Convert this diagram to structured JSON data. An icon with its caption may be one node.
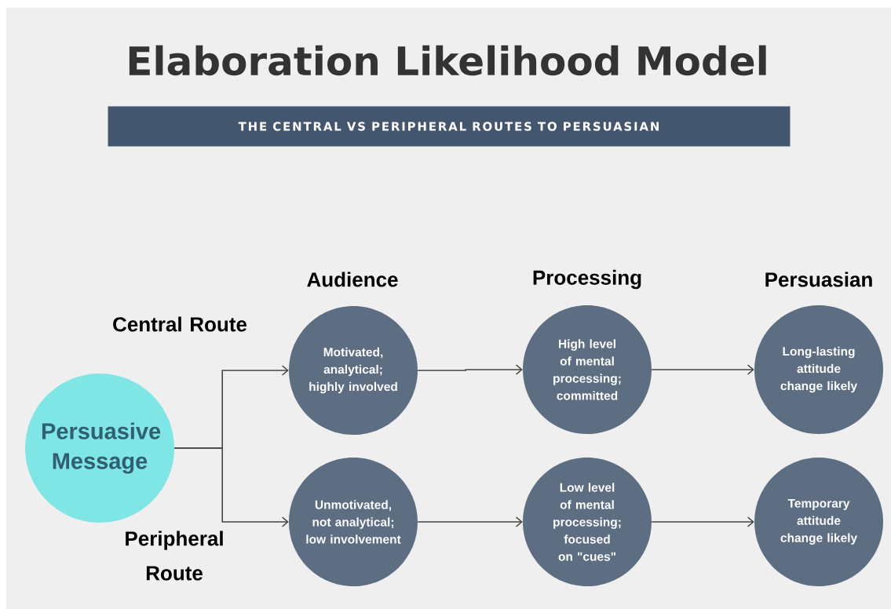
{
  "diagram": {
    "title": "Elaboration Likelihood Model",
    "nodes": [
      {
        "text": [
          "THE CENTRAL VS PERIPHERAL ROUTES TO PERSUASIAN"
        ]
      },
      {
        "text": [
          "Persuasive Message"
        ]
      },
      {
        "text": [
          "Motivated, analytical; highly involved"
        ]
      },
      {
        "text": [
          "Unmotivated, not analytical; low involvement"
        ]
      },
      {
        "text": [
          "High level of mental processing; committed"
        ]
      },
      {
        "text": [
          "Low level of mental processing; focused on \"cues\""
        ]
      },
      {
        "text": [
          "Long-lasting attitude change likely"
        ]
      },
      {
        "text": [
          "Temporary attitude change likely"
        ]
      }
    ],
    "edges": [
      {
        "from": 1,
        "to": 2,
        "arrow": "to"
      },
      {
        "from": 1,
        "to": 3,
        "arrow": "to"
      },
      {
        "from": 2,
        "to": 4,
        "arrow": "to"
      },
      {
        "from": 4,
        "to": 6,
        "arrow": "to"
      },
      {
        "from": 3,
        "to": 5,
        "arrow": "to"
      },
      {
        "from": 5,
        "to": 7,
        "arrow": "to"
      }
    ],
    "labels": [
      "Audience",
      "Processing",
      "Persuasian",
      "Central Route",
      "Peripheral Route"
    ]
  }
}
